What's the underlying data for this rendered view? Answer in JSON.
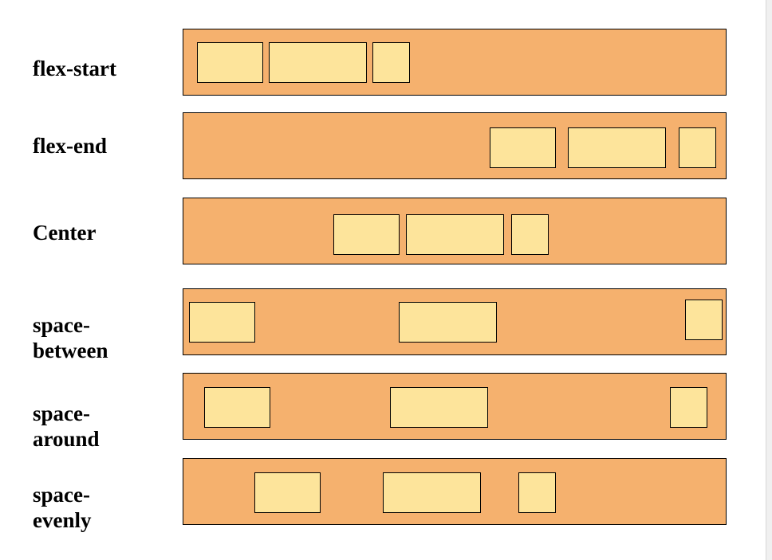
{
  "rows": [
    {
      "label": "flex-start",
      "justify": "flex-start",
      "items": 3
    },
    {
      "label": "flex-end",
      "justify": "flex-end",
      "items": 3
    },
    {
      "label": "Center",
      "justify": "center",
      "items": 3
    },
    {
      "label": "space-\nbetween",
      "justify": "space-between",
      "items": 3
    },
    {
      "label": "space-\naround",
      "justify": "space-around",
      "items": 3
    },
    {
      "label": "space-\nevenly",
      "justify": "space-evenly",
      "items": 3
    }
  ],
  "colors": {
    "container_fill": "#f5b16e",
    "item_fill": "#fde49b",
    "stroke": "#000000",
    "background": "#ffffff"
  }
}
